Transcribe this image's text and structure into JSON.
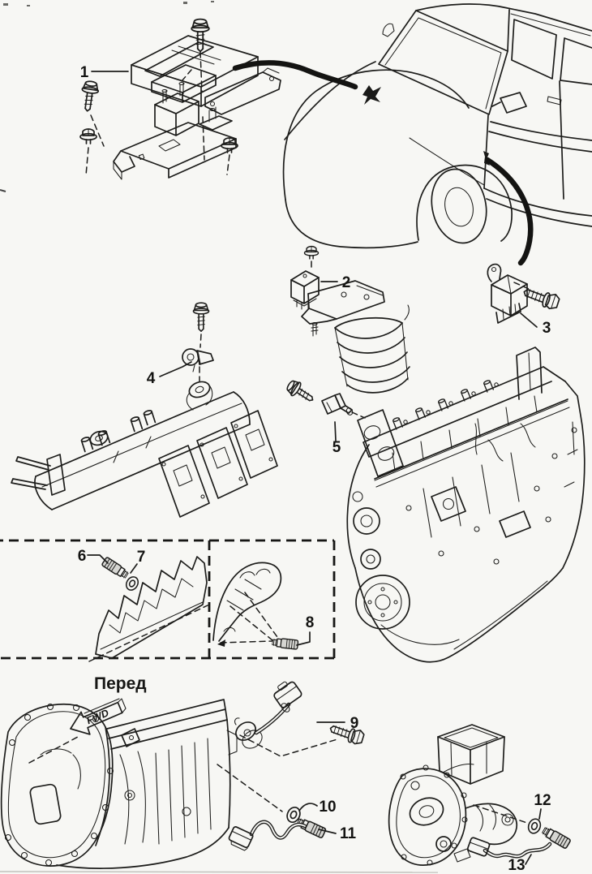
{
  "diagram": {
    "front_label": "Перед",
    "fwd_label": "FWD",
    "callouts": [
      "1",
      "2",
      "3",
      "4",
      "5",
      "6",
      "7",
      "8",
      "9",
      "10",
      "11",
      "12",
      "13"
    ],
    "colors": {
      "ink": "#1d1d1b",
      "paper": "#f7f7f4"
    }
  }
}
